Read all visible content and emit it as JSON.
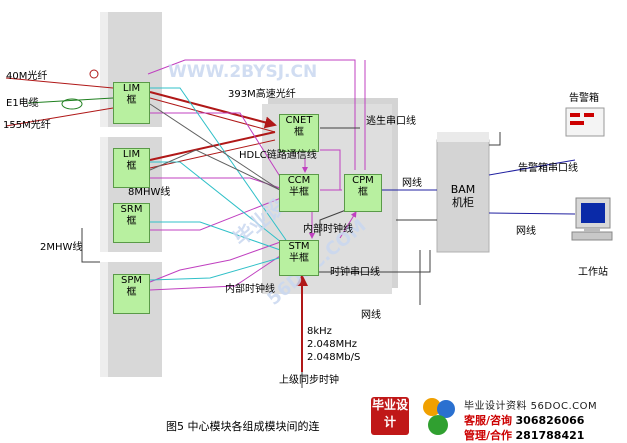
{
  "labels": {
    "fiber40": "40M光纤",
    "e1cable": "E1电缆",
    "fiber155": "155M光纤",
    "fast393": "393M高速光纤",
    "escape_serial": "逃生串口线",
    "hdlc": "HDLC链路通信线",
    "mhw8": "8MHW线",
    "mhw2": "2MHW线",
    "internal_clock1": "内部时钟线",
    "internal_clock2": "内部时钟线",
    "clock_serial": "时钟串口线",
    "net1": "网线",
    "net2": "网线",
    "net3": "网线",
    "alarm_serial": "告警箱串口线",
    "alarm_box": "告警箱",
    "workstation": "工作站",
    "freq1": "8kHz",
    "freq2": "2.048MHz",
    "freq3": "2.048Mb/S",
    "upper_clock": "上级同步时钟"
  },
  "boxes": {
    "lim1": {
      "l1": "LIM",
      "l2": "框"
    },
    "lim2": {
      "l1": "LIM",
      "l2": "框"
    },
    "srm": {
      "l1": "SRM",
      "l2": "框"
    },
    "spm": {
      "l1": "SPM",
      "l2": "框"
    },
    "cnet": {
      "l1": "CNET",
      "l2": "框"
    },
    "ccm": {
      "l1": "CCM",
      "l2": "半框"
    },
    "cpm": {
      "l1": "CPM",
      "l2": "框"
    },
    "stm": {
      "l1": "STM",
      "l2": "半框"
    },
    "bam": {
      "l1": "BAM",
      "l2": "机柜"
    }
  },
  "caption": "图5    中心模块各组成模块间的连",
  "watermark": {
    "top": "WWW.2BYSJ.CN",
    "diag1": "毕业设计",
    "diag2": "56DOC.COM"
  },
  "ad": {
    "logo": "毕业设计",
    "line1": "毕业设计资料 56DOC.COM",
    "consult_label": "客服/咨询",
    "consult_num": "306826066",
    "mgmt_label": "管理/合作",
    "mgmt_num": "281788421"
  },
  "colors": {
    "box_fill": "#b8f0a0",
    "cabinet": "#dcdcdc",
    "red_link": "#b01818",
    "magenta_link": "#c040c0",
    "cyan_link": "#30c0c8",
    "blue_link": "#2020a0"
  }
}
